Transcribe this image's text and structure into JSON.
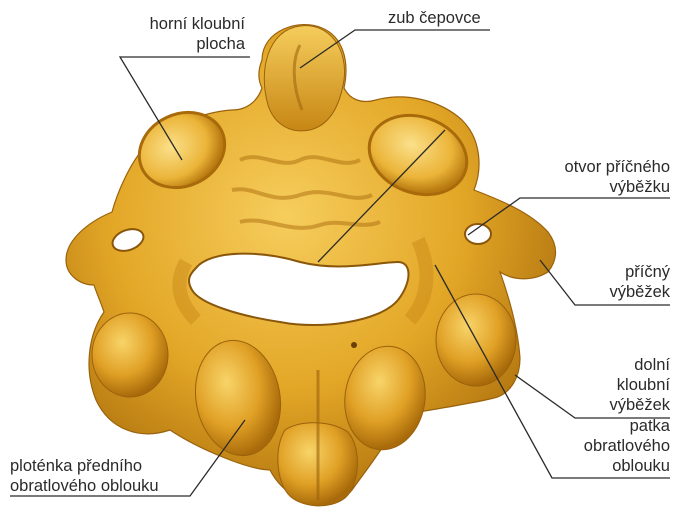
{
  "labels": {
    "horni_kloubni_plocha": [
      "horní kloubní",
      "plocha"
    ],
    "zub_cepovce": [
      "zub čepovce"
    ],
    "otvor_pricneho_vybezku": [
      "otvor příčného",
      "výběžku"
    ],
    "pricny_vybezek": [
      "příčný",
      "výběžek"
    ],
    "dolni_kloubni_vybezek": [
      "dolní",
      "kloubní",
      "výběžek"
    ],
    "patka_obratloveho_oblouku": [
      "patka",
      "obratlového",
      "oblouku"
    ],
    "plotenka": [
      "ploténka předního",
      "obratlového oblouku"
    ]
  },
  "colors": {
    "bone_light": "#f3c24e",
    "bone_mid": "#e1a322",
    "bone_dark": "#b6780e",
    "bone_shadow": "#8a560a",
    "leader_line": "#2a2a2a"
  }
}
